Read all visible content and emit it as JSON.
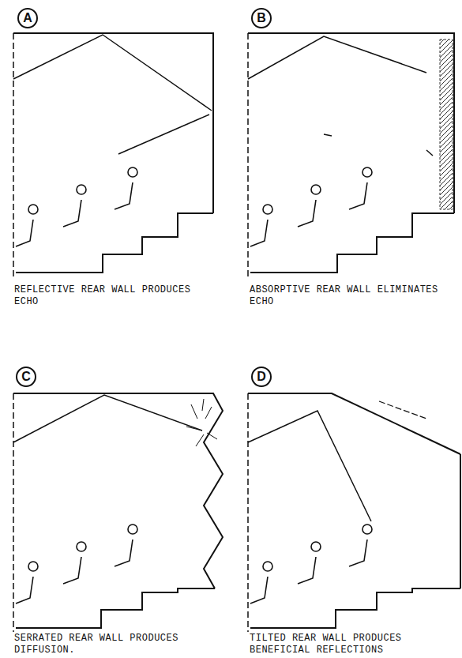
{
  "diagram": {
    "nodes": [
      {
        "text": [
          "A"
        ]
      },
      {
        "text": [
          "B"
        ]
      },
      {
        "text": [
          "C"
        ]
      },
      {
        "text": [
          "D"
        ]
      }
    ],
    "labels": [
      "REFLECTIVE REAR WALL PRODUCES ECHO",
      "ABSORPTIVE REAR WALL ELIMINATES ECHO",
      "SERRATED REAR WALL PRODUCES DIFFUSION.",
      "TILTED REAR WALL PRODUCES BENEFICIAL REFLECTIONS"
    ]
  }
}
